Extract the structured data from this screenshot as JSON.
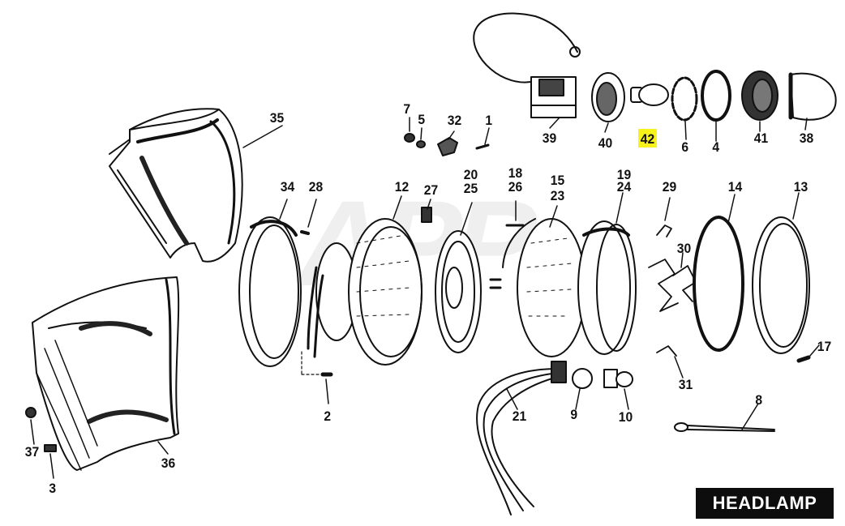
{
  "title": "HEADLAMP",
  "watermark": "APP",
  "footer": "",
  "colors": {
    "highlight": "#f7f21b",
    "ink": "#111111",
    "badge": "#0d0d0d"
  },
  "parts": [
    {
      "id": "p1",
      "text": "1"
    },
    {
      "id": "p2",
      "text": "2"
    },
    {
      "id": "p3",
      "text": "3"
    },
    {
      "id": "p4",
      "text": "4"
    },
    {
      "id": "p5",
      "text": "5"
    },
    {
      "id": "p6",
      "text": "6"
    },
    {
      "id": "p7",
      "text": "7"
    },
    {
      "id": "p8",
      "text": "8"
    },
    {
      "id": "p9",
      "text": "9"
    },
    {
      "id": "p10",
      "text": "10"
    },
    {
      "id": "p12",
      "text": "12"
    },
    {
      "id": "p13",
      "text": "13"
    },
    {
      "id": "p14",
      "text": "14"
    },
    {
      "id": "p15",
      "text": "15"
    },
    {
      "id": "p17",
      "text": "17"
    },
    {
      "id": "p18",
      "text": "18"
    },
    {
      "id": "p19",
      "text": "19"
    },
    {
      "id": "p20",
      "text": "20"
    },
    {
      "id": "p21",
      "text": "21"
    },
    {
      "id": "p23",
      "text": "23"
    },
    {
      "id": "p24",
      "text": "24"
    },
    {
      "id": "p25",
      "text": "25"
    },
    {
      "id": "p26",
      "text": "26"
    },
    {
      "id": "p27",
      "text": "27"
    },
    {
      "id": "p28",
      "text": "28"
    },
    {
      "id": "p29",
      "text": "29"
    },
    {
      "id": "p30",
      "text": "30"
    },
    {
      "id": "p31",
      "text": "31"
    },
    {
      "id": "p32",
      "text": "32"
    },
    {
      "id": "p34",
      "text": "34"
    },
    {
      "id": "p35",
      "text": "35"
    },
    {
      "id": "p36",
      "text": "36"
    },
    {
      "id": "p37",
      "text": "37"
    },
    {
      "id": "p38",
      "text": "38"
    },
    {
      "id": "p39",
      "text": "39"
    },
    {
      "id": "p40",
      "text": "40"
    },
    {
      "id": "p41",
      "text": "41"
    },
    {
      "id": "p42",
      "text": "42",
      "highlighted": true
    }
  ]
}
